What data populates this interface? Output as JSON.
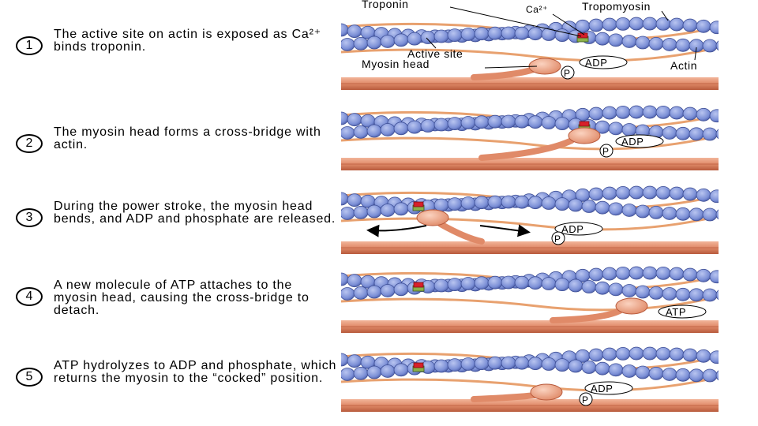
{
  "steps": [
    {
      "num": "1",
      "text": "The active site on actin is exposed as Ca²⁺ binds troponin."
    },
    {
      "num": "2",
      "text": "The myosin head forms a cross-bridge with actin."
    },
    {
      "num": "3",
      "text": "During the power stroke, the myosin head bends, and ADP and phosphate are released."
    },
    {
      "num": "4",
      "text": "A new molecule of ATP attaches to the myosin head, causing the cross-bridge to detach."
    },
    {
      "num": "5",
      "text": "ATP hydrolyzes to ADP and phosphate, which returns the myosin to the “cocked” position."
    }
  ],
  "labels": {
    "troponin": "Troponin",
    "ca": "Ca²⁺",
    "tropomyosin": "Tropomyosin",
    "active_site": "Active site",
    "myosin_head": "Myosin head",
    "actin": "Actin",
    "adp": "ADP",
    "atp": "ATP",
    "phosphate": "P"
  },
  "colors": {
    "actin_bead": "#7b8fd6",
    "tropomyosin": "#e8a16f",
    "myosin": "#e08a68",
    "troponin_red": "#d8202a",
    "troponin_green": "#8ab04a"
  }
}
